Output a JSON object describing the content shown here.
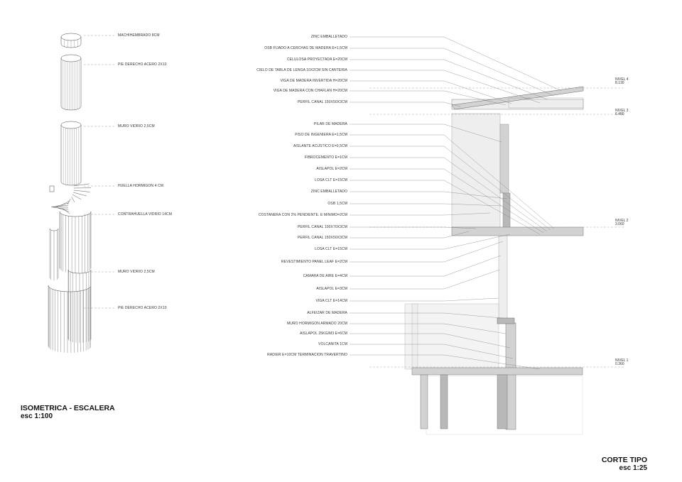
{
  "isometric": {
    "title": "ISOMETRICA - ESCALERA",
    "scale": "esc 1:100",
    "labels": [
      "MACHIHEMBRADO 8CM",
      "PIE DERECHO ACERO 2X10",
      "MURO VIDRIO 2,5CM",
      "HUELLA HORMIGON 4 CM",
      "CONTRAHUELLA VIDRIO 14CM",
      "MURO VIDRIO 2,5CM",
      "PIE DERECHO ACERO 2X10"
    ]
  },
  "section": {
    "title": "CORTE TIPO",
    "scale": "esc 1:25",
    "labels": [
      "ZINC EMBALLETADO",
      "OSB FIJADO A CERCHAS DE MADERA E=1,5CM",
      "CELULOSA PROYECTADA E=20CM",
      "CIELO DE TABLA DE LENGA 10X2CM SIN CANTERIA",
      "VIGA DE MADERA INVERTIDA H=20CM",
      "VIGA DE MADERA CON CHAFLAN H=20CM",
      "PERFIL CANAL 150X50X3CM",
      "PILAR DE MADERA",
      "PISO DE INGENIERA E=1,5CM",
      "AISLANTE ACUSTICO E=0,5CM",
      "FIBROCEMENTO E=1CM",
      "AISLAPOL E=2CM",
      "LOSA CLT E=15CM",
      "ZINC EMBALLETADO",
      "OSB 1,5CM",
      "COSTANERA CON 2% PENDIENTE. E MINIMO=2CM",
      "PERFIL CANAL 100X70X3CM",
      "PERFIL CANAL 150X50X3CM",
      "LOSA CLT E=15CM",
      "REVESTIMIENTO PANEL LEAF E=2CM",
      "CAMARA DE AIRE E=4CM",
      "AISLAPOL E=3CM",
      "VIGA CLT E=14CM",
      "ALFEIZAR DE MADERA",
      "MURO HORMIGON ARMADO 20CM",
      "AISLAPOL 25KG/M3 E=6CM",
      "VOLCANITA 1CM",
      "RADIER E=10CM TERMINACION TRAVERTINO"
    ],
    "levels": [
      {
        "name": "NIVEL 4",
        "value": "8.130"
      },
      {
        "name": "NIVEL 3",
        "value": "6.480"
      },
      {
        "name": "NIVEL 2",
        "value": "3.060"
      },
      {
        "name": "NIVEL 1",
        "value": "0.360"
      }
    ]
  },
  "colors": {
    "line": "#444444",
    "fill_light": "#eeeeee",
    "fill_mid": "#d2d2d2",
    "fill_dark": "#b8b8b8"
  }
}
